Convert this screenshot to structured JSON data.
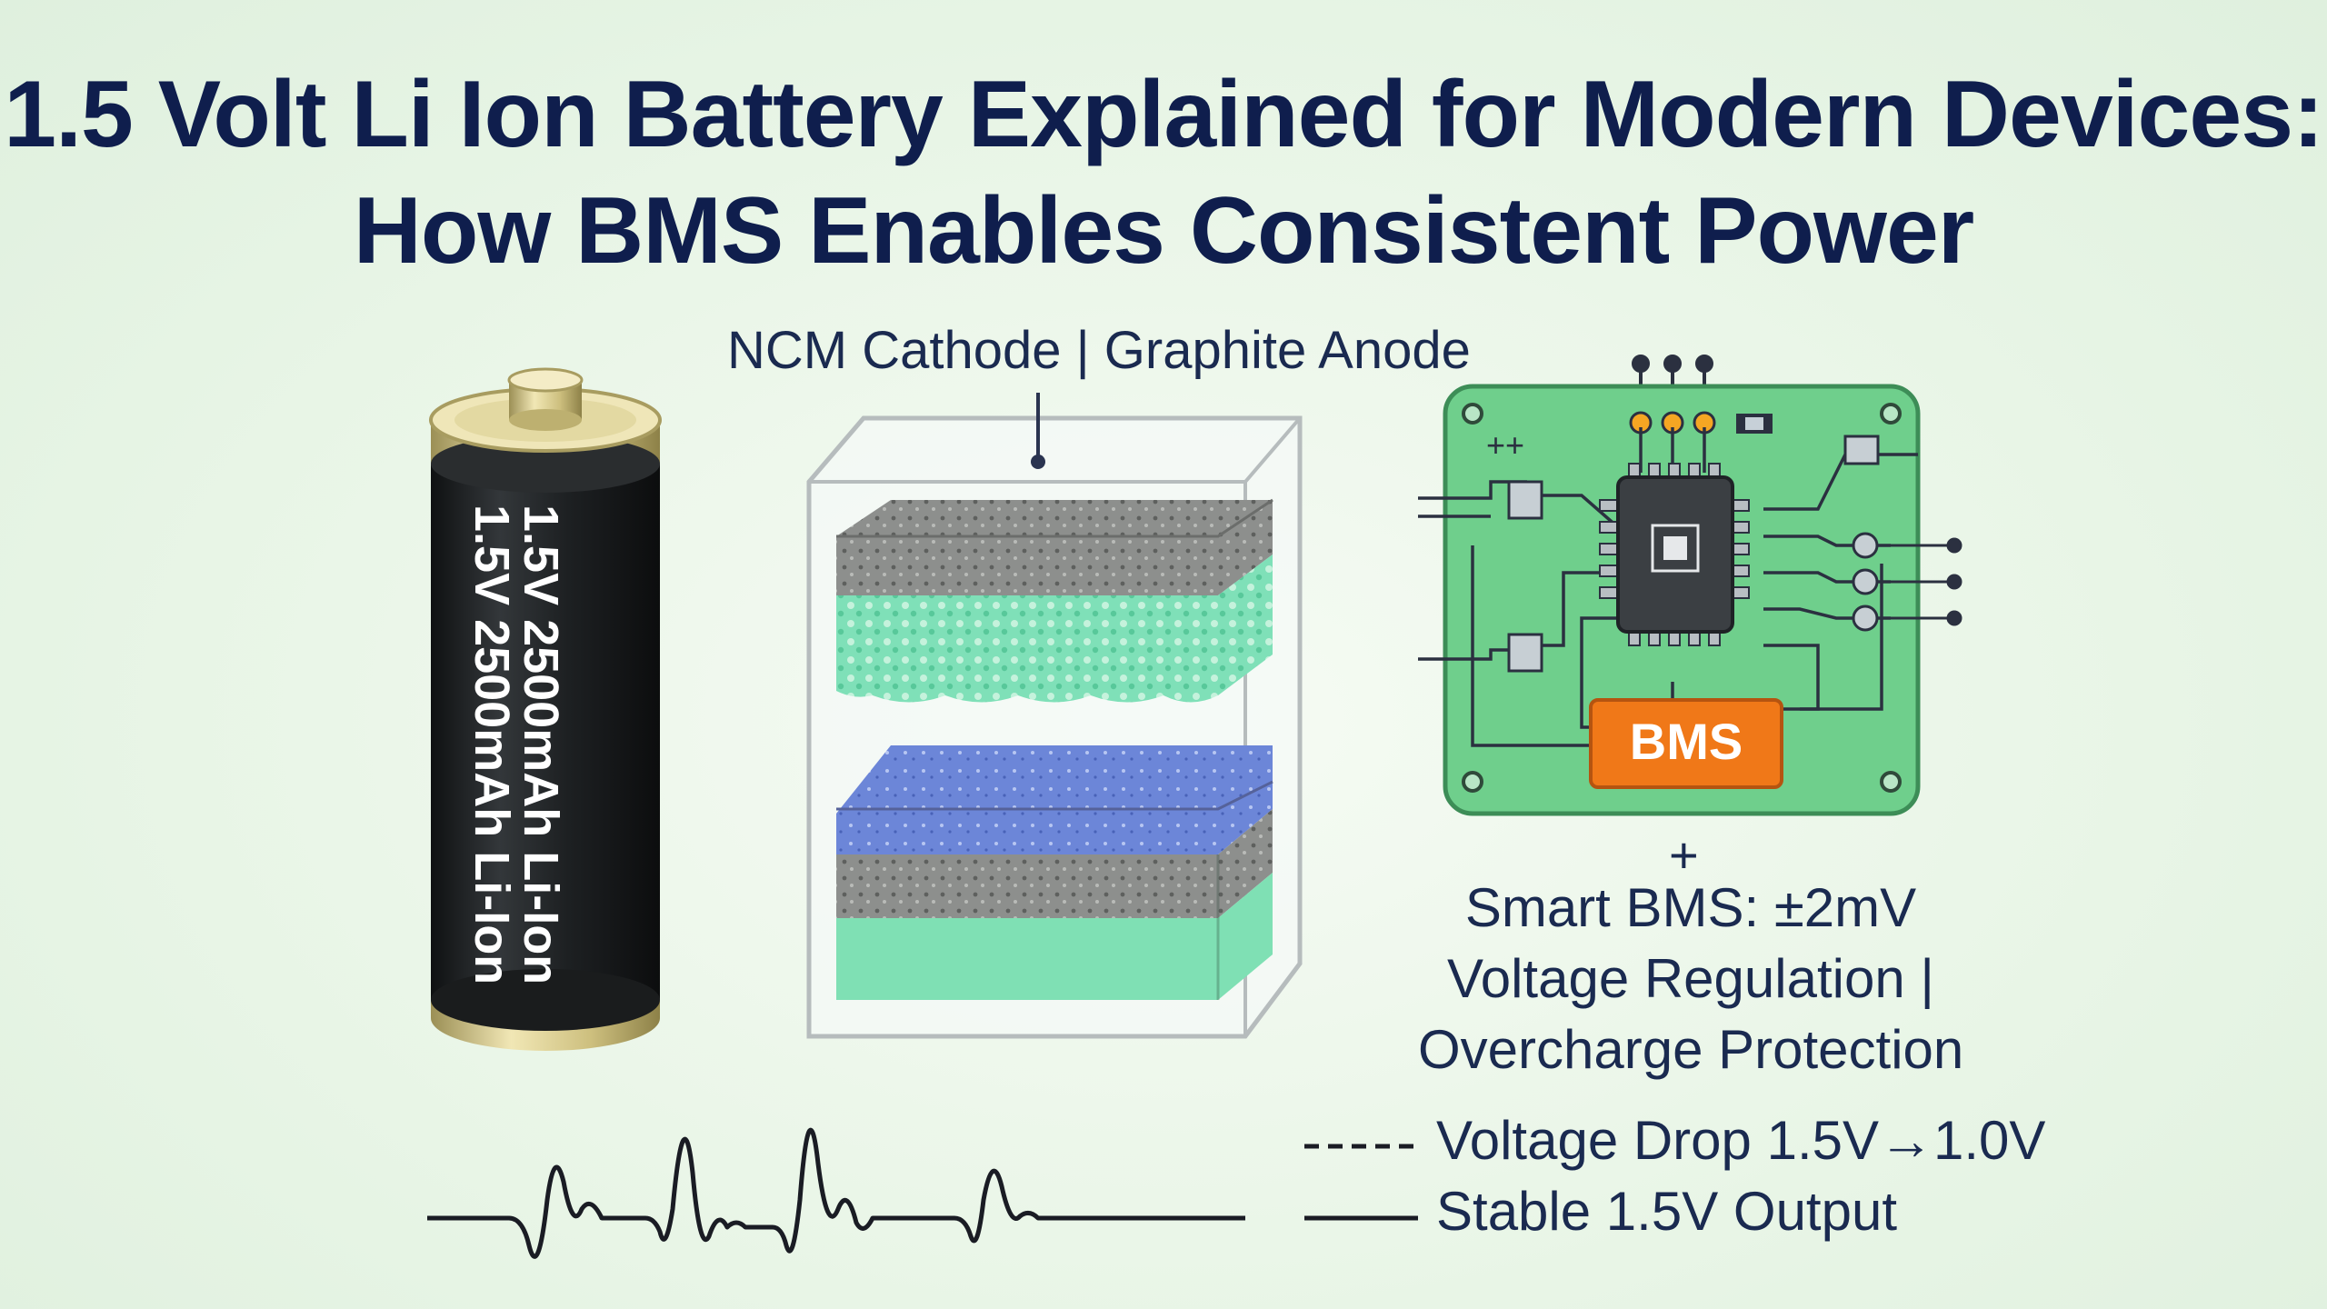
{
  "title": {
    "line1": "1.5 Volt Li Ion Battery Explained for Modern Devices:",
    "line2": "How BMS Enables Consistent Power"
  },
  "battery": {
    "label_line1": "1.5V 2500mAh Li-Ion",
    "label_line2": "1.5V 2500mAh Li-Ion",
    "colors": {
      "body": "#1b1d1e",
      "cap": "#d4c88a"
    }
  },
  "cell": {
    "label": "NCM Cathode | Graphite Anode"
  },
  "board": {
    "chip_label": "BMS",
    "silkscreen": "++",
    "colors": {
      "pcb": "#6fcf8c",
      "bms": "#f07818"
    }
  },
  "bms_features": {
    "plus": "+",
    "line1": "Smart BMS: ±2mV",
    "line2": "Voltage Regulation |",
    "line3": "Overcharge Protection"
  },
  "legend": {
    "dashed": "Voltage Drop 1.5V→1.0V",
    "solid": "Stable 1.5V Output"
  }
}
